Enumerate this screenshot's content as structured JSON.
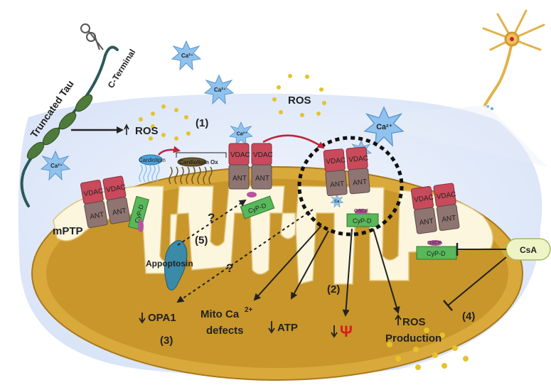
{
  "tau": {
    "label": "Truncated Tau",
    "terminal": "C-Terminal"
  },
  "ion": {
    "calcium": "Ca²⁺",
    "calcium_small": "Ca"
  },
  "ros": {
    "label": "ROS"
  },
  "steps": {
    "s1": "(1)",
    "s2": "(2)",
    "s3": "(3)",
    "s4": "(4)",
    "s5": "(5)"
  },
  "channel": {
    "vdac": "VDAC",
    "ant": "ANT",
    "cypd": "CyP-D",
    "oscp": "OSCP"
  },
  "lipid": {
    "cardiolipin": "Cardiolipin",
    "cardiolipin_ox": "Cardiolipin Ox"
  },
  "labels": {
    "mptp": "mPTP",
    "apoptosin": "Appoptosin",
    "question": "?",
    "opa1": "OPA1",
    "mito_ca_line1": "Mito Ca",
    "mito_ca_sup": "2+",
    "mito_ca_line2": "defects",
    "atp": "ATP",
    "psi": "Ψ",
    "ros_prod_line1": "ROS",
    "ros_prod_line2": "Production",
    "csa": "CsA"
  },
  "colors": {
    "vdac": "#c94a5b",
    "ant": "#8f7572",
    "cypd": "#58b85a",
    "oscp": "#b7549e",
    "matrix": "#c8962a",
    "outer": "#d9a93c",
    "cristae": "#fdf6df",
    "ros_dot": "#e6c22a",
    "ca_star": "#8fc3ee",
    "tau": "#4e7a3a",
    "tau_tail": "#2b5a58",
    "red_arrow": "#c0223a",
    "psi": "#d81c1c"
  }
}
